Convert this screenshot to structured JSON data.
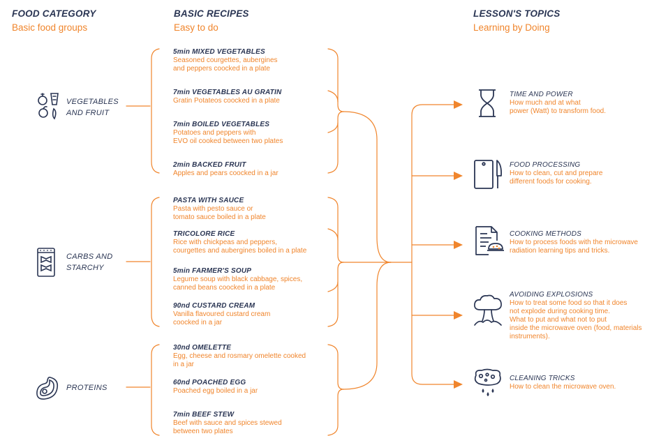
{
  "colors": {
    "navy": "#2a3553",
    "orange": "#f0852c"
  },
  "columns": {
    "category": {
      "title": "FOOD CATEGORY",
      "subtitle": "Basic food groups"
    },
    "recipes": {
      "title": "BASIC RECIPES",
      "subtitle": "Easy to do"
    },
    "topics": {
      "title": "LESSON'S TOPICS",
      "subtitle": "Learning by Doing"
    }
  },
  "categories": [
    {
      "label": "VEGETABLES\nAND FRUIT",
      "icon": "vegetables-icon"
    },
    {
      "label": "CARBS AND\nSTARCHY",
      "icon": "pasta-box-icon"
    },
    {
      "label": "PROTEINS",
      "icon": "steak-icon"
    }
  ],
  "recipes": [
    {
      "title": "5min MIXED VEGETABLES",
      "desc": "Seasoned courgettes, aubergines\nand peppers coocked in a plate"
    },
    {
      "title": "7min VEGETABLES AU GRATIN",
      "desc": "Gratin Potateos coocked in a plate"
    },
    {
      "title": "7min BOILED VEGETABLES",
      "desc": "Potatoes and peppers with\nEVO oil cooked between two plates"
    },
    {
      "title": "2min BACKED FRUIT",
      "desc": "Apples and pears coocked in a jar"
    },
    {
      "title": "PASTA WITH SAUCE",
      "desc": "Pasta with pesto sauce or\ntomato sauce boiled in a plate"
    },
    {
      "title": "TRICOLORE RICE",
      "desc": "Rice with chickpeas and peppers,\ncourgettes and aubergines boiled in a plate"
    },
    {
      "title": "5min FARMER'S SOUP",
      "desc": "Legume soup with black cabbage, spices,\ncanned beans coocked in a plate"
    },
    {
      "title": "90nd CUSTARD CREAM",
      "desc": "Vanilla flavoured custard cream\ncoocked in a jar"
    },
    {
      "title": "30nd OMELETTE",
      "desc": "Egg, cheese and rosmary omelette cooked\nin a jar"
    },
    {
      "title": "60nd POACHED EGG",
      "desc": "Poached egg  boiled in a jar"
    },
    {
      "title": "7min BEEF STEW",
      "desc": "Beef with sauce and spices stewed\nbetween two plates"
    }
  ],
  "topics": [
    {
      "title": "TIME AND POWER",
      "desc": "How much and at what\npower (Watt) to transform food.",
      "icon": "hourglass-icon"
    },
    {
      "title": "FOOD PROCESSING",
      "desc": "How to clean, cut and prepare\ndifferent foods for cooking.",
      "icon": "cutting-board-knife-icon"
    },
    {
      "title": "COOKING METHODS",
      "desc": "How to process foods with the microwave\nradiation learning tips and tricks.",
      "icon": "recipe-book-icon"
    },
    {
      "title": "AVOIDING EXPLOSIONS",
      "desc": "How to treat some food so that it does\nnot explode during cooking time.\nWhat to put and what not to put\ninside the microwave oven (food, materials\ninstruments).",
      "icon": "explosion-icon"
    },
    {
      "title": "CLEANING TRICKS",
      "desc": "How to clean the microwave oven.",
      "icon": "cleaning-sponge-icon"
    }
  ]
}
